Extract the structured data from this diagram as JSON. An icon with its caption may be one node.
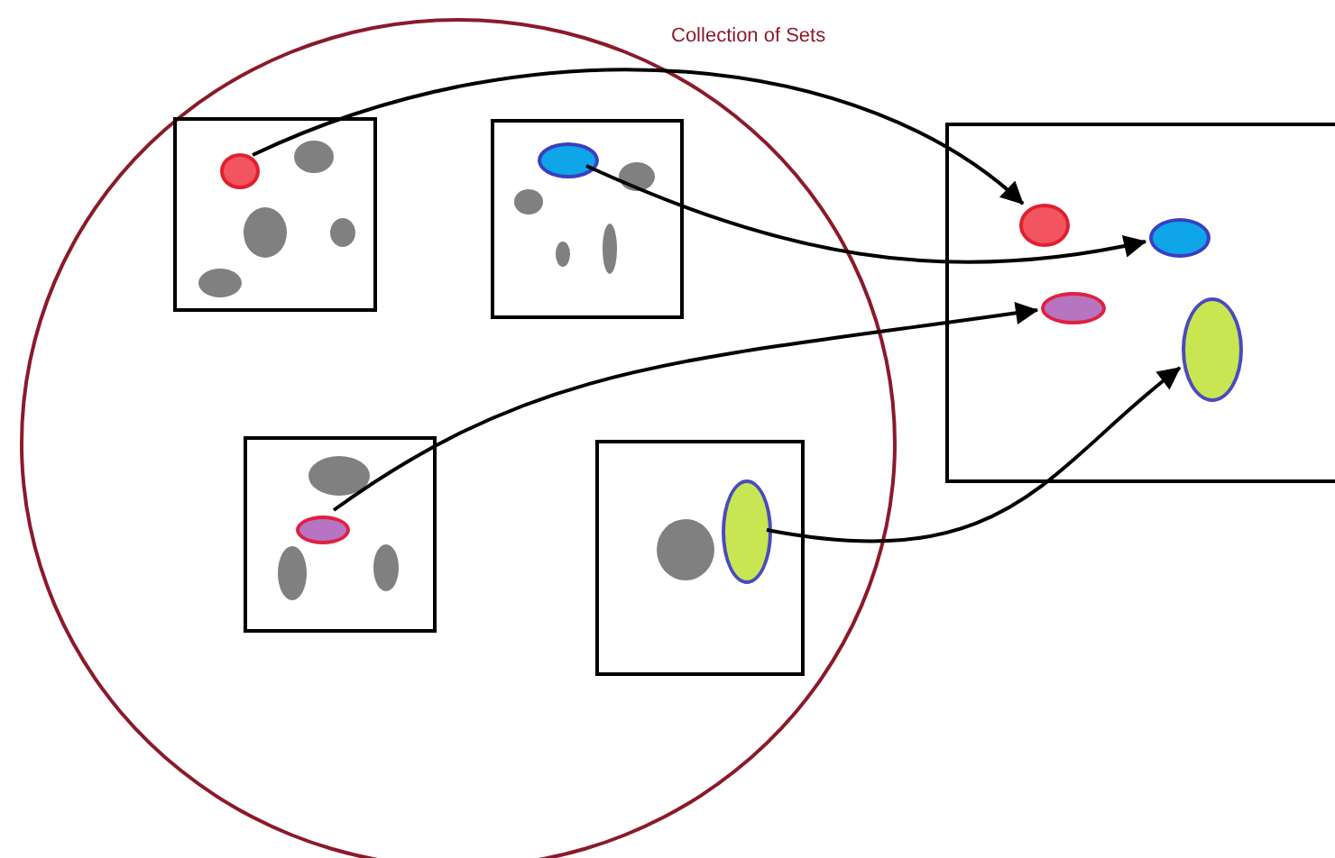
{
  "diagram": {
    "nodes": [
      {
        "text": [
          "Collection of Sets"
        ]
      },
      {
        "text": [],
        "shape": "box",
        "in": 0
      },
      {
        "text": [],
        "shape": "circle",
        "in": 1
      },
      {
        "text": [],
        "shape": "box",
        "in": 0
      },
      {
        "text": [],
        "shape": "circle",
        "in": 3
      },
      {
        "text": [],
        "shape": "box",
        "in": 0
      },
      {
        "text": [],
        "shape": "circle",
        "in": 5
      },
      {
        "text": [],
        "shape": "box",
        "in": 0
      },
      {
        "text": [],
        "shape": "circle",
        "in": 7
      },
      {
        "text": [],
        "shape": "box"
      },
      {
        "text": [],
        "shape": "circle",
        "in": 9
      },
      {
        "text": [],
        "shape": "circle",
        "in": 9
      },
      {
        "text": [],
        "shape": "circle",
        "in": 9
      },
      {
        "text": [],
        "shape": "circle",
        "in": 9
      }
    ],
    "edges": [
      {
        "from": 2,
        "to": 10,
        "arrow": "to"
      },
      {
        "from": 4,
        "to": 11,
        "arrow": "to"
      },
      {
        "from": 6,
        "to": 12,
        "arrow": "to"
      },
      {
        "from": 8,
        "to": 13,
        "arrow": "to"
      }
    ]
  }
}
